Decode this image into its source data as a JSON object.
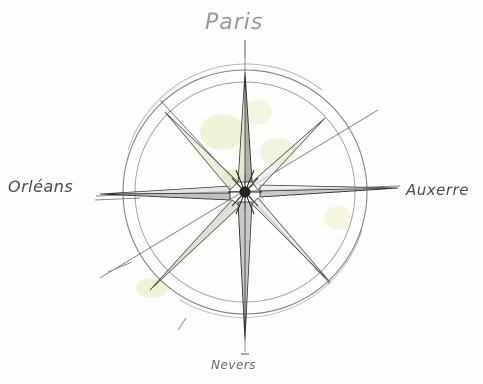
{
  "directions": {
    "north": "Paris",
    "west": "Orléans",
    "east": "Auxerre",
    "south": "Nevers"
  },
  "colors": {
    "ink": "#3a3a3a",
    "wash": "#e9edc4",
    "north_label": "#9a9a9a"
  }
}
